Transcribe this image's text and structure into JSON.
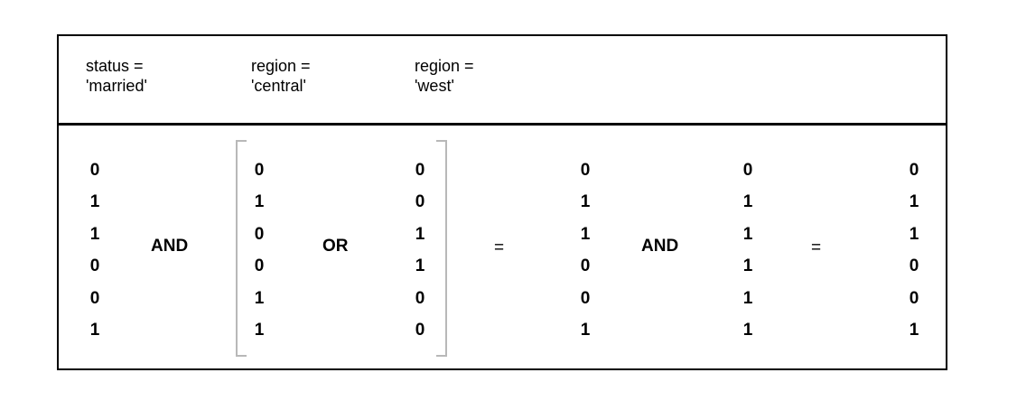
{
  "headers": [
    "status =\n'married'",
    "region =\n'central'",
    "region =\n'west'"
  ],
  "operators": {
    "and1": "AND",
    "or": "OR",
    "eq1": "=",
    "and2": "AND",
    "eq2": "="
  },
  "columns": {
    "married": [
      "0",
      "1",
      "1",
      "0",
      "0",
      "1"
    ],
    "central": [
      "0",
      "1",
      "0",
      "0",
      "1",
      "1"
    ],
    "west": [
      "0",
      "0",
      "1",
      "1",
      "0",
      "0"
    ],
    "or_result": [
      "0",
      "1",
      "1",
      "0",
      "0",
      "1"
    ],
    "married_repeat": [
      "0",
      "1",
      "1",
      "1",
      "1",
      "1"
    ],
    "final": [
      "0",
      "1",
      "1",
      "0",
      "0",
      "1"
    ]
  }
}
